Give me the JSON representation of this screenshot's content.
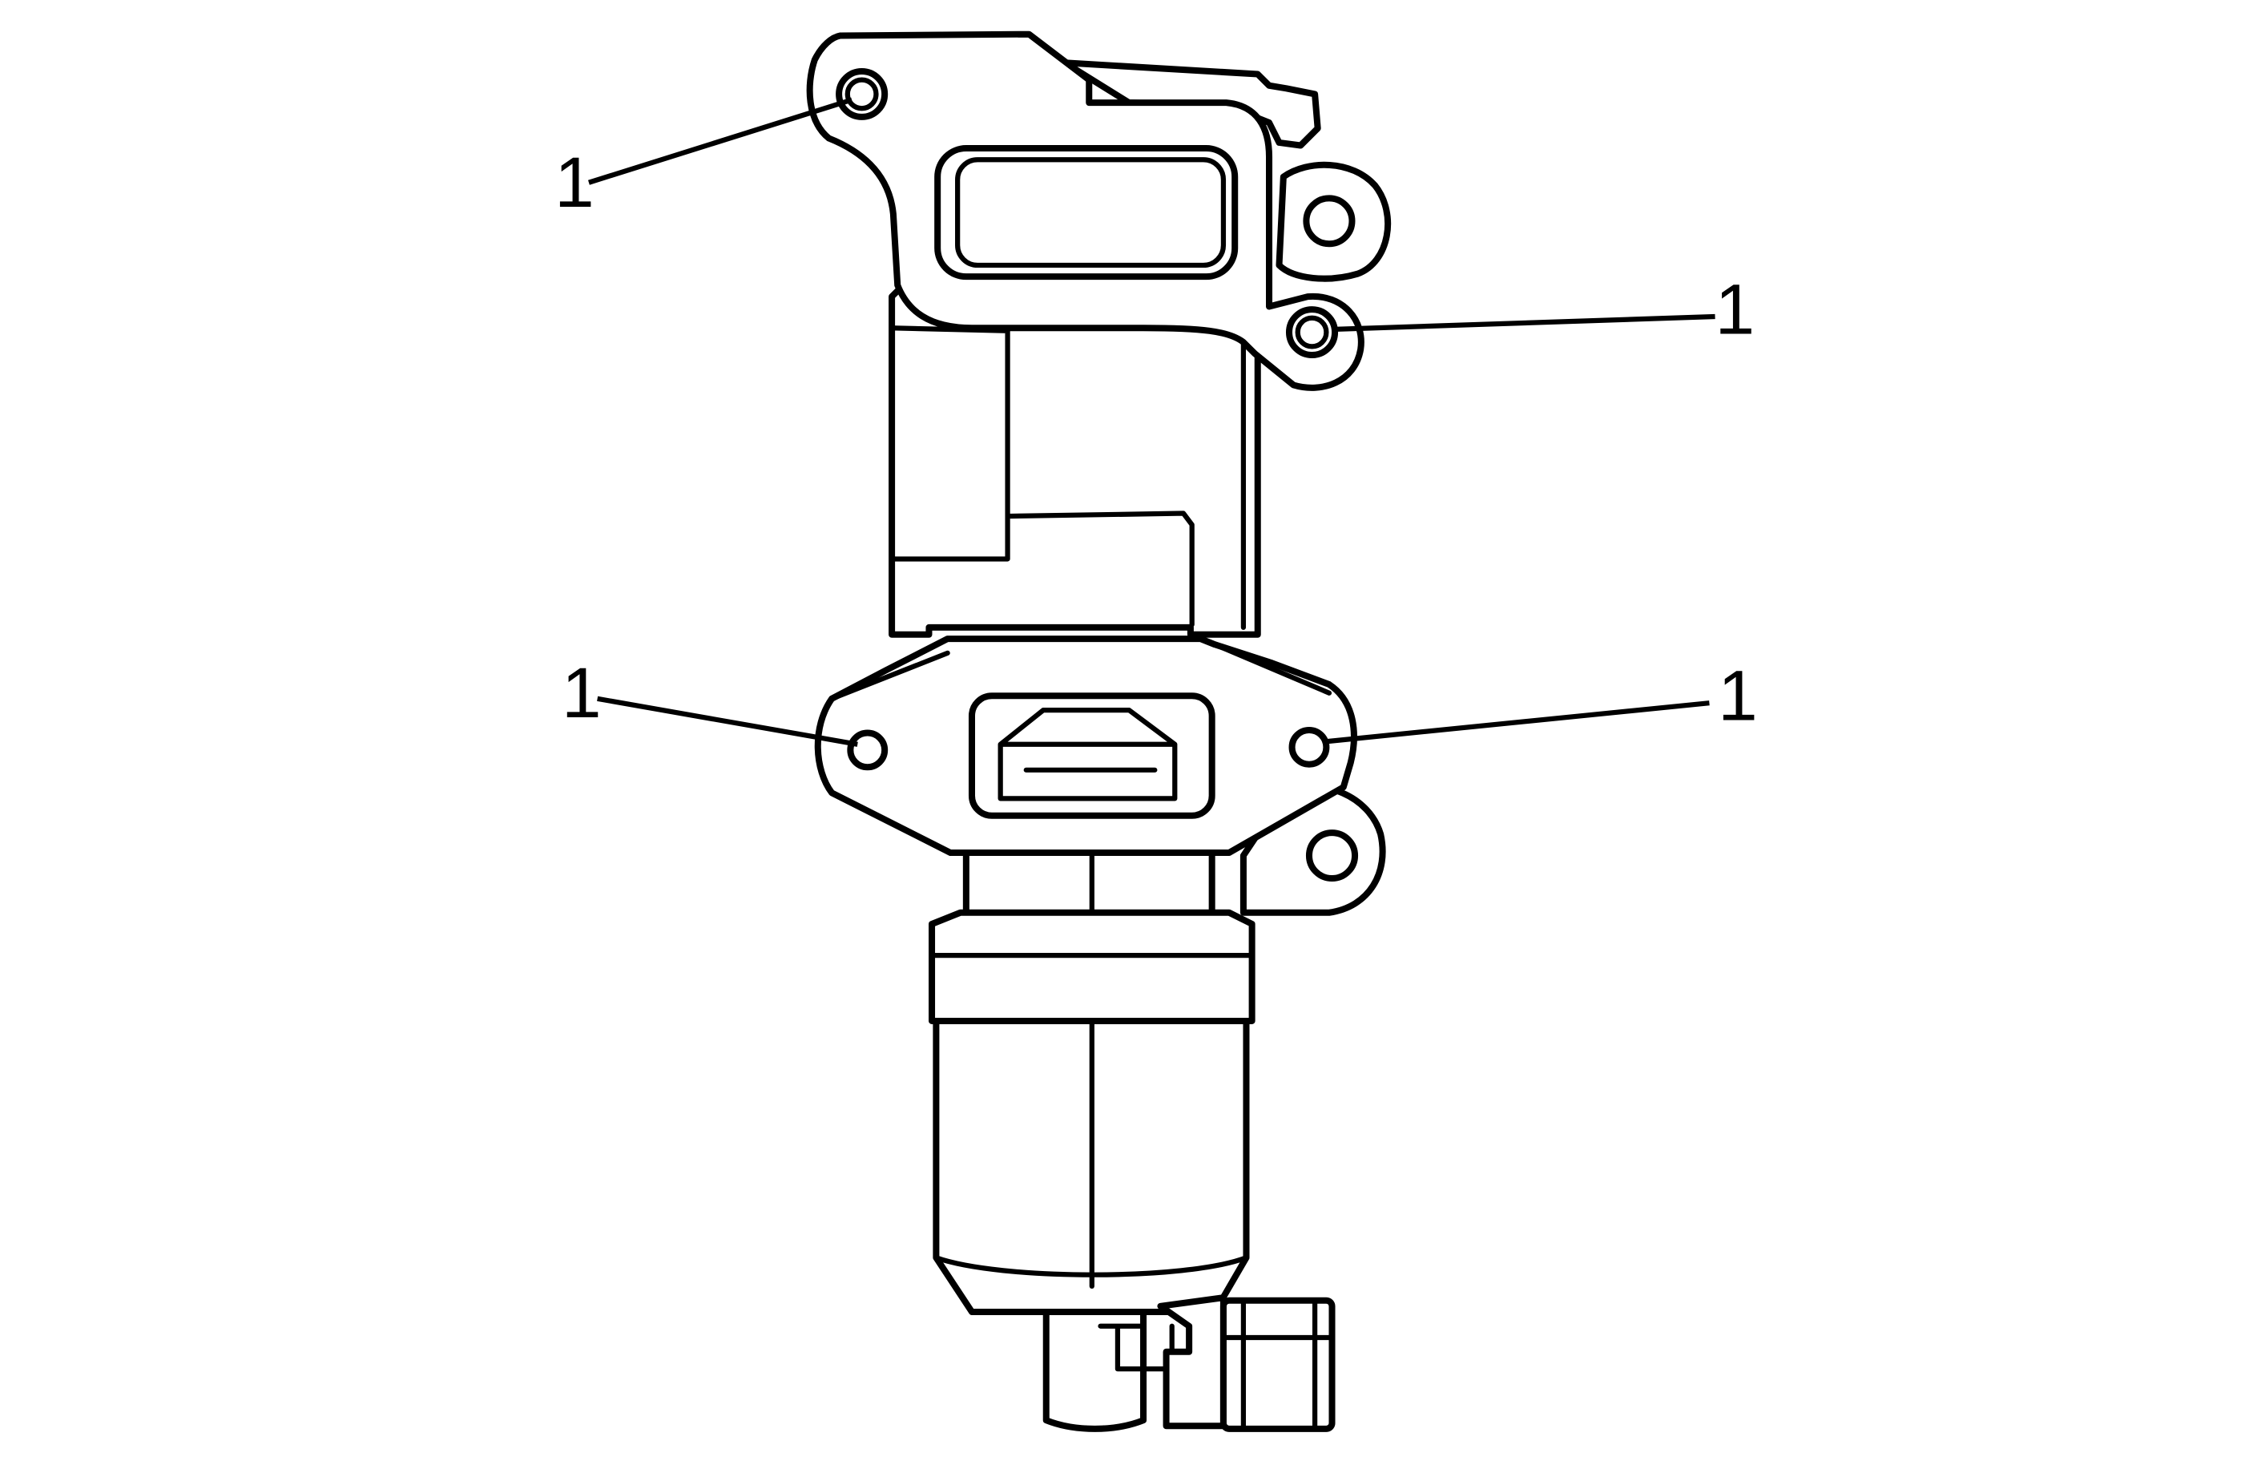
{
  "diagram": {
    "callouts": [
      {
        "id": "bolt-hole-upper-left",
        "label": "1"
      },
      {
        "id": "bolt-hole-upper-right",
        "label": "1"
      },
      {
        "id": "bolt-hole-middle-left",
        "label": "1"
      },
      {
        "id": "bolt-hole-middle-right",
        "label": "1"
      }
    ]
  }
}
